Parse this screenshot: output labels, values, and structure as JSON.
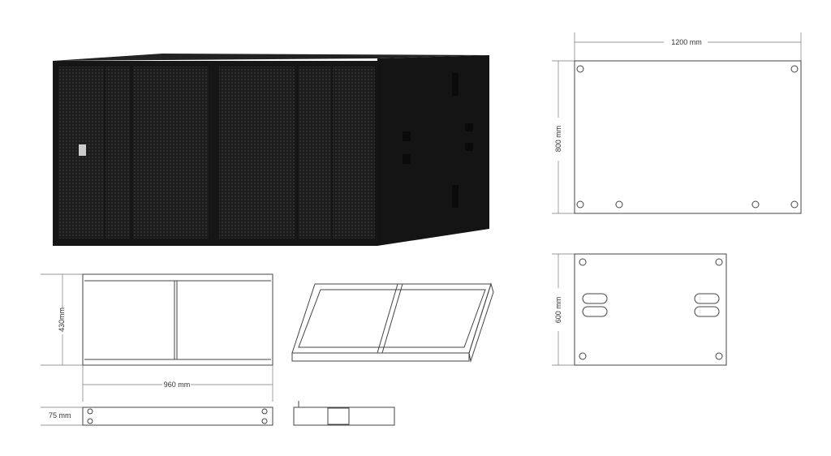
{
  "dimensions": {
    "top_width": "1200 mm",
    "top_depth": "800 mm",
    "side_depth": "600 mm",
    "frame_height": "430mm",
    "frame_width": "960 mm",
    "frame_thickness": "75 mm"
  },
  "colors": {
    "cabinet": "#1a1a1a",
    "grille": "#222222",
    "line": "#444444"
  }
}
